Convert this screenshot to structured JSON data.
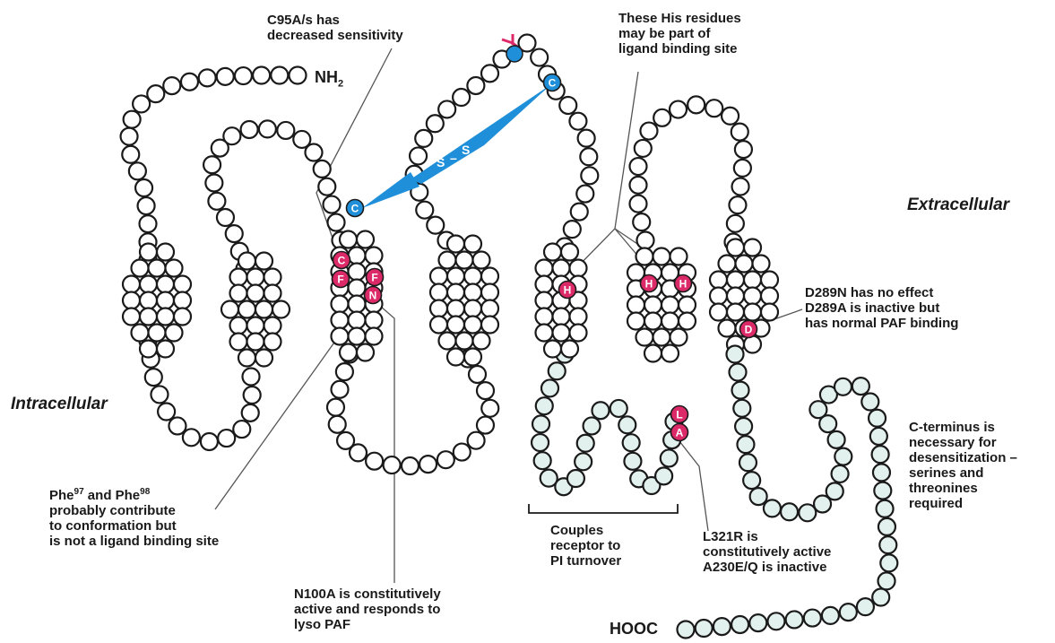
{
  "colors": {
    "residue_fill": "#ffffff",
    "cytoplasmic_tail_fill": "#e3f1ee",
    "outline": "#1a1a1a",
    "cysteine_blue": "#1e8fd8",
    "mutation_magenta": "#dc2a68",
    "glycosylation_mark": "#dc2a68",
    "leader_line": "#555555"
  },
  "regions": {
    "extracellular": "Extracellular",
    "intracellular": "Intracellular"
  },
  "termini": {
    "n_terminus_main": "NH",
    "n_terminus_sub": "2",
    "c_terminus": "HOOC"
  },
  "disulfide": {
    "left_s": "S",
    "dash": "–",
    "right_s": "S"
  },
  "residues": [
    {
      "letter": "C",
      "kind": "cysteine"
    },
    {
      "letter": "C",
      "kind": "cysteine"
    },
    {
      "letter": "C",
      "kind": "mutation"
    },
    {
      "letter": "F",
      "kind": "mutation"
    },
    {
      "letter": "F",
      "kind": "mutation"
    },
    {
      "letter": "N",
      "kind": "mutation"
    },
    {
      "letter": "H",
      "kind": "mutation"
    },
    {
      "letter": "H",
      "kind": "mutation"
    },
    {
      "letter": "H",
      "kind": "mutation"
    },
    {
      "letter": "D",
      "kind": "mutation"
    },
    {
      "letter": "L",
      "kind": "mutation"
    },
    {
      "letter": "A",
      "kind": "mutation"
    }
  ],
  "annotations": {
    "c95": [
      "C95A/s has",
      "decreased sensitivity"
    ],
    "his": [
      "These His residues",
      "may be part of",
      "ligand binding site"
    ],
    "d289": [
      "D289N has no effect",
      "D289A is inactive but",
      "has normal PAF binding"
    ],
    "c_term": [
      "C-terminus is",
      "necessary for",
      "desensitization –",
      "serines and",
      "threonines",
      "required"
    ],
    "phe_line1_a": "Phe",
    "phe_line1_sup1": "97",
    "phe_line1_b": " and Phe",
    "phe_line1_sup2": "98",
    "phe_rest": [
      "probably contribute",
      "to conformation but",
      "is not a ligand binding site"
    ],
    "n100": [
      "N100A is constitutively",
      "active and responds to",
      "lyso PAF"
    ],
    "couples": [
      "Couples",
      "receptor to",
      "PI turnover"
    ],
    "l321": [
      "L321R is",
      "constitutively active",
      "A230E/Q is inactive"
    ]
  }
}
